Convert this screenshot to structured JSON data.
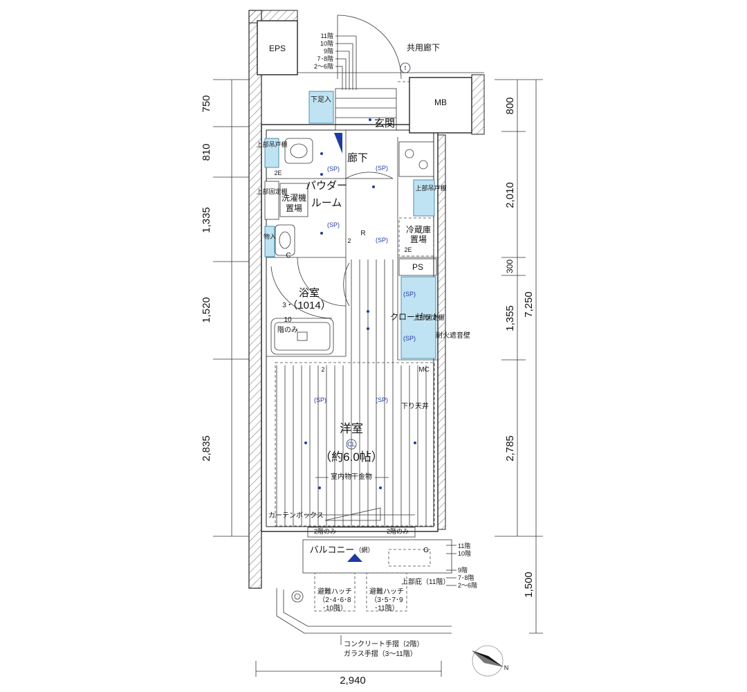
{
  "rooms": {
    "eps": "EPS",
    "kyoyo": "共用廊下",
    "mb": "MB",
    "genkan": "玄関",
    "roka": "廊下",
    "powder1": "パウダー",
    "powder2": "ルーム",
    "washer1": "洗濯機",
    "washer2": "置場",
    "fridge1": "冷蔵庫",
    "fridge2": "置場",
    "ps": "PS",
    "bath1": "浴室",
    "bath2": "（1014）",
    "closet": "クローゼット",
    "western1": "洋室",
    "western2": "（約6.0帖）",
    "balcony": "バルコニー",
    "net": "（網）",
    "mc": "MC",
    "cl": "CL",
    "shitaire": "下足入",
    "monoire": "物入",
    "upper_left": "上部吊戸棚",
    "upper_right": "上部吊戸棚",
    "upper_fixed_left": "上部固定棚",
    "upper_fixed_closet": "上部固定棚",
    "lowered_ceiling": "下り天井",
    "fire_wall": "耐火遮音壁",
    "drying": "室内物干金物",
    "curtain": "カーテンボックス",
    "floor2only": "2階のみ",
    "bath_note1": "3・",
    "bath_note2": "10",
    "bath_note3": "階のみ",
    "hatch1_a": "避難ハッチ",
    "hatch1_b": "（2･4･6･8",
    "hatch1_c": "･10階）",
    "hatch2_a": "避難ハッチ",
    "hatch2_b": "（3･5･7･9",
    "hatch2_c": "･11階）",
    "eave": "上部庇（11階）",
    "rail1": "コンクリート手摺（2階）",
    "rail2": "ガラス手摺（3～11階）"
  },
  "symbols": {
    "sp": "(SP)",
    "r": "R",
    "c": "C",
    "g": "G",
    "t": "t",
    "two": "2",
    "twoE": "2E"
  },
  "floor_labels_top": [
    "11階",
    "10階",
    "9階",
    "7･8階",
    "2～6階"
  ],
  "floor_labels_balcony": [
    "11階",
    "10階",
    "9階",
    "7･8階",
    "2～6階"
  ],
  "dims_left": [
    "750",
    "810",
    "1,335",
    "1,520",
    "2,835"
  ],
  "dims_right": [
    "800",
    "2,010",
    "300",
    "1,355",
    "2,785"
  ],
  "dims_total": "7,250",
  "dims_balcony": "1,500",
  "dims_bottom": "2,940",
  "compass": "N",
  "colors": {
    "accent_cyan": "#bfe3f2",
    "symbol_blue": "#1f3aa0",
    "line": "#222222"
  }
}
